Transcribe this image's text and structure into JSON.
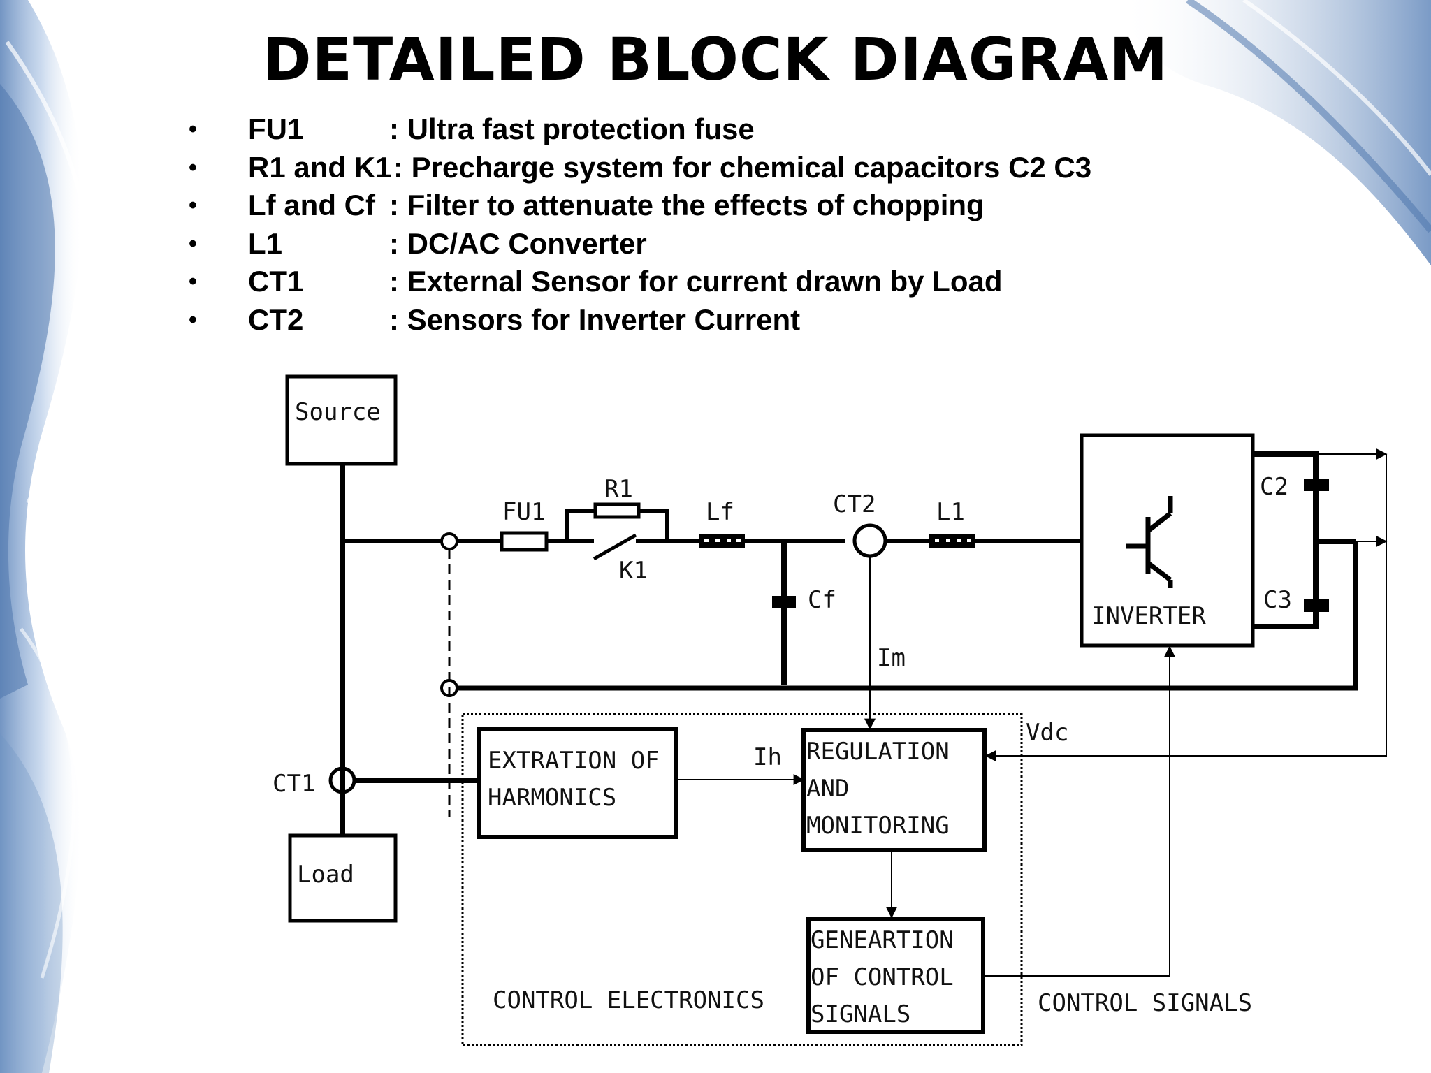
{
  "slide": {
    "title": "DETAILED BLOCK DIAGRAM",
    "bullets": [
      {
        "term": "FU1",
        "desc": ": Ultra fast protection fuse"
      },
      {
        "term": "R1 and K1",
        "desc": ": Precharge system for chemical capacitors C2  C3"
      },
      {
        "term": "Lf and Cf",
        "desc": ": Filter to attenuate the effects of chopping"
      },
      {
        "term": "L1",
        "desc": ": DC/AC Converter"
      },
      {
        "term": "CT1",
        "desc": ": External Sensor for current drawn by Load"
      },
      {
        "term": "CT2",
        "desc": ": Sensors for Inverter Current"
      }
    ]
  },
  "diagram": {
    "blocks": {
      "source": "Source",
      "load": "Load",
      "inverter": "INVERTER",
      "extraction": [
        "EXTRATION OF",
        "HARMONICS"
      ],
      "regulation": [
        "REGULATION",
        "AND",
        "MONITORING"
      ],
      "generation": [
        "GENEARTION",
        "OF CONTROL",
        "SIGNALS"
      ]
    },
    "labels": {
      "fu1": "FU1",
      "r1": "R1",
      "k1": "K1",
      "lf": "Lf",
      "cf": "Cf",
      "ct2": "CT2",
      "l1": "L1",
      "c2": "C2",
      "c3": "C3",
      "im": "Im",
      "ih": "Ih",
      "vdc": "Vdc",
      "ct1": "CT1",
      "control_electronics": "CONTROL ELECTRONICS",
      "control_signals": "CONTROL SIGNALS"
    }
  },
  "colors": {
    "background": "#ffffff",
    "swirl": "#6f95c4",
    "ink": "#000000"
  }
}
